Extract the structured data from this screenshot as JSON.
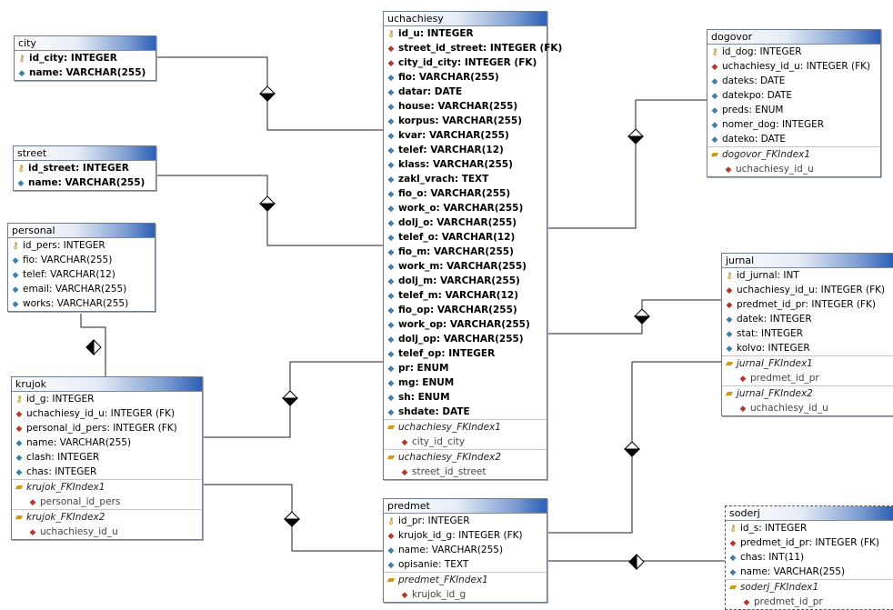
{
  "tables": {
    "city": {
      "title": "city",
      "columns": [
        {
          "kind": "pk",
          "text": "id_city: INTEGER"
        },
        {
          "kind": "field",
          "text": "name: VARCHAR(255)"
        }
      ],
      "indexes": []
    },
    "street": {
      "title": "street",
      "columns": [
        {
          "kind": "pk",
          "text": "id_street: INTEGER"
        },
        {
          "kind": "field",
          "text": "name: VARCHAR(255)"
        }
      ],
      "indexes": []
    },
    "personal": {
      "title": "personal",
      "columns": [
        {
          "kind": "pk",
          "text": "id_pers: INTEGER"
        },
        {
          "kind": "field",
          "text": "fio: VARCHAR(255)"
        },
        {
          "kind": "field",
          "text": "telef: VARCHAR(12)"
        },
        {
          "kind": "field",
          "text": "email: VARCHAR(255)"
        },
        {
          "kind": "field",
          "text": "works: VARCHAR(255)"
        }
      ],
      "indexes": []
    },
    "krujok": {
      "title": "krujok",
      "columns": [
        {
          "kind": "pk",
          "text": "id_g: INTEGER"
        },
        {
          "kind": "fk",
          "text": "uchachiesy_id_u: INTEGER (FK)"
        },
        {
          "kind": "fk",
          "text": "personal_id_pers: INTEGER (FK)"
        },
        {
          "kind": "field",
          "text": "name: VARCHAR(255)"
        },
        {
          "kind": "field",
          "text": "clash: INTEGER"
        },
        {
          "kind": "field",
          "text": "chas: INTEGER"
        }
      ],
      "indexes": [
        {
          "name": "krujok_FKIndex1",
          "columns": [
            "personal_id_pers"
          ]
        },
        {
          "name": "krujok_FKIndex2",
          "columns": [
            "uchachiesy_id_u"
          ]
        }
      ]
    },
    "uchachiesy": {
      "title": "uchachiesy",
      "columns": [
        {
          "kind": "pk",
          "text": "id_u: INTEGER"
        },
        {
          "kind": "fk",
          "text": "street_id_street: INTEGER (FK)"
        },
        {
          "kind": "fk",
          "text": "city_id_city: INTEGER (FK)"
        },
        {
          "kind": "field",
          "text": "fio: VARCHAR(255)"
        },
        {
          "kind": "field",
          "text": "datar: DATE"
        },
        {
          "kind": "field",
          "text": "house: VARCHAR(255)"
        },
        {
          "kind": "field",
          "text": "korpus: VARCHAR(255)"
        },
        {
          "kind": "field",
          "text": "kvar: VARCHAR(255)"
        },
        {
          "kind": "field",
          "text": "telef: VARCHAR(12)"
        },
        {
          "kind": "field",
          "text": "klass: VARCHAR(255)"
        },
        {
          "kind": "field",
          "text": "zakl_vrach: TEXT"
        },
        {
          "kind": "field",
          "text": "fio_o: VARCHAR(255)"
        },
        {
          "kind": "field",
          "text": "work_o: VARCHAR(255)"
        },
        {
          "kind": "field",
          "text": "dolj_o: VARCHAR(255)"
        },
        {
          "kind": "field",
          "text": "telef_o: VARCHAR(12)"
        },
        {
          "kind": "field",
          "text": "fio_m: VARCHAR(255)"
        },
        {
          "kind": "field",
          "text": "work_m: VARCHAR(255)"
        },
        {
          "kind": "field",
          "text": "dolj_m: VARCHAR(255)"
        },
        {
          "kind": "field",
          "text": "telef_m: VARCHAR(12)"
        },
        {
          "kind": "field",
          "text": "fio_op: VARCHAR(255)"
        },
        {
          "kind": "field",
          "text": "work_op: VARCHAR(255)"
        },
        {
          "kind": "field",
          "text": "dolj_op: VARCHAR(255)"
        },
        {
          "kind": "field",
          "text": "telef_op: INTEGER"
        },
        {
          "kind": "field",
          "text": "pr: ENUM"
        },
        {
          "kind": "field",
          "text": "mg: ENUM"
        },
        {
          "kind": "field",
          "text": "sh: ENUM"
        },
        {
          "kind": "field",
          "text": "shdate: DATE"
        }
      ],
      "indexes": [
        {
          "name": "uchachiesy_FKIndex1",
          "columns": [
            "city_id_city"
          ]
        },
        {
          "name": "uchachiesy_FKIndex2",
          "columns": [
            "street_id_street"
          ]
        }
      ]
    },
    "predmet": {
      "title": "predmet",
      "columns": [
        {
          "kind": "pk",
          "text": "id_pr: INTEGER"
        },
        {
          "kind": "fk",
          "text": "krujok_id_g: INTEGER (FK)"
        },
        {
          "kind": "field",
          "text": "name: VARCHAR(255)"
        },
        {
          "kind": "field",
          "text": "opisanie: TEXT"
        }
      ],
      "indexes": [
        {
          "name": "predmet_FKIndex1",
          "columns": [
            "krujok_id_g"
          ]
        }
      ]
    },
    "dogovor": {
      "title": "dogovor",
      "columns": [
        {
          "kind": "pk",
          "text": "id_dog: INTEGER"
        },
        {
          "kind": "fk",
          "text": "uchachiesy_id_u: INTEGER (FK)"
        },
        {
          "kind": "field",
          "text": "dateks: DATE"
        },
        {
          "kind": "field",
          "text": "datekpo: DATE"
        },
        {
          "kind": "field",
          "text": "preds: ENUM"
        },
        {
          "kind": "field",
          "text": "nomer_dog: INTEGER"
        },
        {
          "kind": "field",
          "text": "dateko: DATE"
        }
      ],
      "indexes": [
        {
          "name": "dogovor_FKIndex1",
          "columns": [
            "uchachiesy_id_u"
          ]
        }
      ]
    },
    "jurnal": {
      "title": "jurnal",
      "columns": [
        {
          "kind": "pk",
          "text": "id_jurnal: INT"
        },
        {
          "kind": "fk",
          "text": "uchachiesy_id_u: INTEGER (FK)"
        },
        {
          "kind": "fk",
          "text": "predmet_id_pr: INTEGER (FK)"
        },
        {
          "kind": "field",
          "text": "datek: INTEGER"
        },
        {
          "kind": "field",
          "text": "stat: INTEGER"
        },
        {
          "kind": "field",
          "text": "kolvo: INTEGER"
        }
      ],
      "indexes": [
        {
          "name": "jurnal_FKIndex1",
          "columns": [
            "predmet_id_pr"
          ]
        },
        {
          "name": "jurnal_FKIndex2",
          "columns": [
            "uchachiesy_id_u"
          ]
        }
      ]
    },
    "soderj": {
      "title": "soderj",
      "columns": [
        {
          "kind": "pk",
          "text": "id_s: INTEGER"
        },
        {
          "kind": "fk",
          "text": "predmet_id_pr: INTEGER (FK)"
        },
        {
          "kind": "field",
          "text": "chas: INT(11)"
        },
        {
          "kind": "field",
          "text": "name: VARCHAR(255)"
        }
      ],
      "indexes": [
        {
          "name": "soderj_FKIndex1",
          "columns": [
            "predmet_id_pr"
          ]
        }
      ]
    }
  },
  "relationships": [
    {
      "from": "city",
      "to": "uchachiesy"
    },
    {
      "from": "street",
      "to": "uchachiesy"
    },
    {
      "from": "personal",
      "to": "krujok"
    },
    {
      "from": "uchachiesy",
      "to": "krujok"
    },
    {
      "from": "krujok",
      "to": "predmet"
    },
    {
      "from": "uchachiesy",
      "to": "dogovor"
    },
    {
      "from": "uchachiesy",
      "to": "jurnal"
    },
    {
      "from": "predmet",
      "to": "jurnal"
    },
    {
      "from": "predmet",
      "to": "soderj"
    }
  ]
}
